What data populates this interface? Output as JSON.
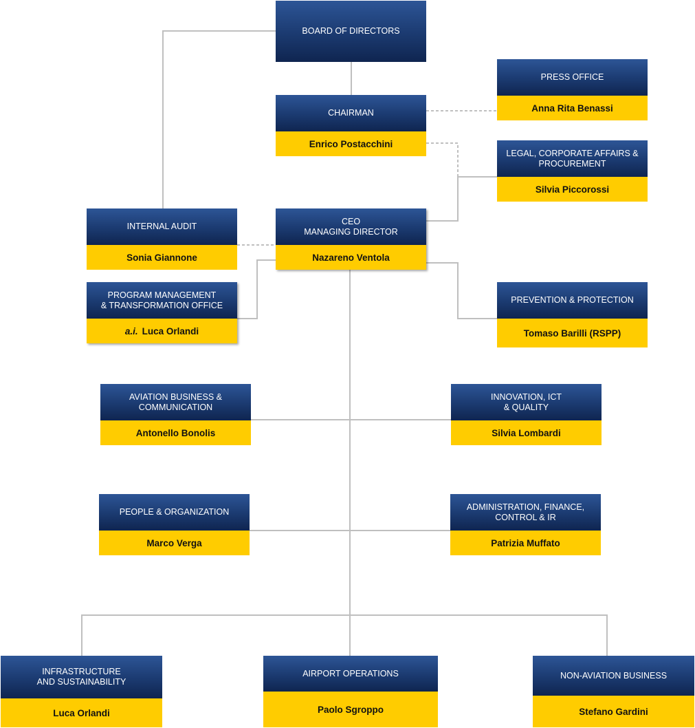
{
  "colors": {
    "title_fill": "#1b3a70",
    "name_fill": "#ffcc00",
    "line": "#bfbfbf"
  },
  "units": [
    {
      "id": "board",
      "title": "BOARD OF DIRECTORS",
      "name": ""
    },
    {
      "id": "chairman",
      "title": "CHAIRMAN",
      "name": "Enrico Postacchini"
    },
    {
      "id": "press",
      "title": "PRESS OFFICE",
      "name": "Anna Rita Benassi"
    },
    {
      "id": "legal",
      "title": "LEGAL, CORPORATE AFFAIRS &\nPROCUREMENT",
      "name": "Silvia Piccorossi"
    },
    {
      "id": "audit",
      "title": "INTERNAL AUDIT",
      "name": "Sonia Giannone"
    },
    {
      "id": "ceo",
      "title": "CEO\nMANAGING DIRECTOR",
      "name": "Nazareno Ventola"
    },
    {
      "id": "pmo",
      "title": "PROGRAM MANAGEMENT\n& TRANSFORMATION OFFICE",
      "name_prefix": "a.i.",
      "name": "Luca Orlandi"
    },
    {
      "id": "prevention",
      "title": "PREVENTION & PROTECTION",
      "name": "Tomaso Barilli (RSPP)"
    },
    {
      "id": "aviation",
      "title": "AVIATION BUSINESS &\nCOMMUNICATION",
      "name": "Antonello Bonolis"
    },
    {
      "id": "innovation",
      "title": "INNOVATION, ICT\n& QUALITY",
      "name": "Silvia Lombardi"
    },
    {
      "id": "people",
      "title": "PEOPLE & ORGANIZATION",
      "name": "Marco Verga"
    },
    {
      "id": "admin",
      "title": "ADMINISTRATION, FINANCE,\nCONTROL & IR",
      "name": "Patrizia Muffato"
    },
    {
      "id": "infra",
      "title": "INFRASTRUCTURE\nAND SUSTAINABILITY",
      "name": "Luca Orlandi"
    },
    {
      "id": "ops",
      "title": "AIRPORT OPERATIONS",
      "name": "Paolo Sgroppo"
    },
    {
      "id": "nonaviation",
      "title": "NON-AVIATION BUSINESS",
      "name": "Stefano Gardini"
    }
  ]
}
